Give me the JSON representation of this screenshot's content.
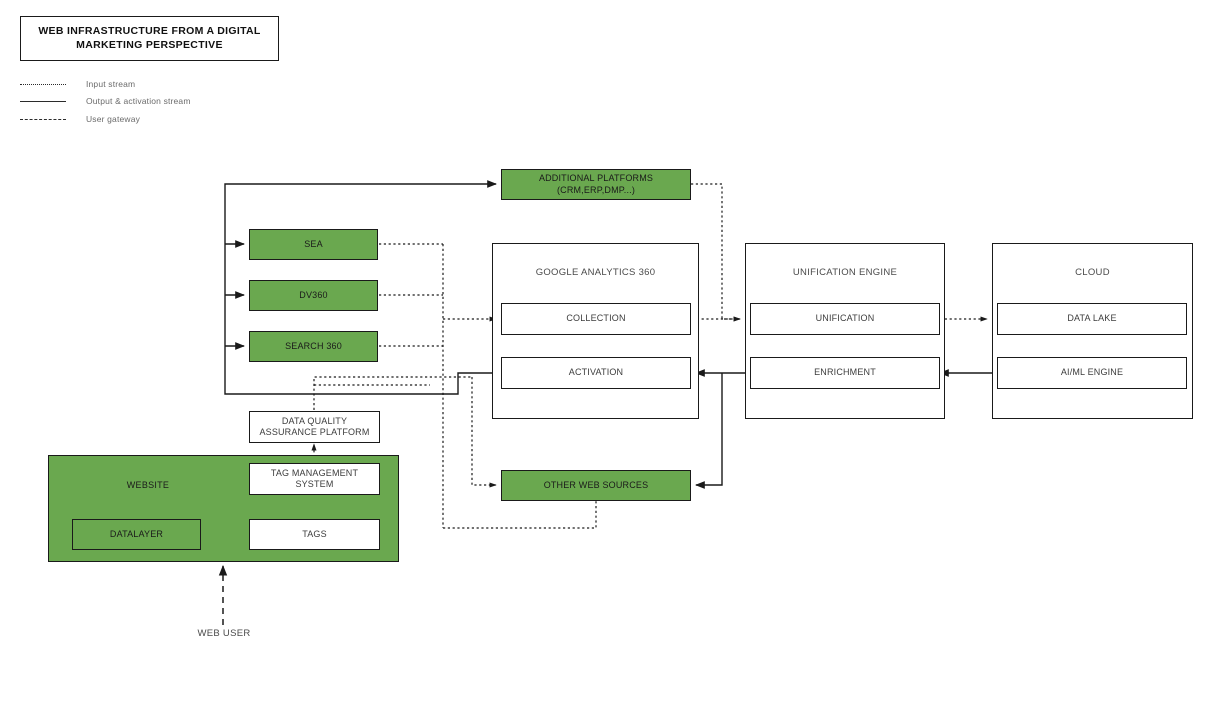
{
  "title": {
    "line1": "WEB INFRASTRUCTURE FROM A DIGITAL",
    "line2": "MARKETING PERSPECTIVE",
    "text": "WEB INFRASTRUCTURE FROM A DIGITAL MARKETING PERSPECTIVE"
  },
  "legend": {
    "items": [
      {
        "style": "dotted",
        "label": "Input stream"
      },
      {
        "style": "solid",
        "label": "Output & activation stream"
      },
      {
        "style": "dashed",
        "label": "User gateway"
      }
    ]
  },
  "colors": {
    "green": "#6aa84f",
    "stroke": "#1a1a1a",
    "text": "#3c3c3c",
    "muted": "#6b6b6b",
    "background": "#ffffff"
  },
  "nodes": {
    "additional_platforms": {
      "line1": "ADDITIONAL PLATFORMS",
      "line2": "(CRM,ERP,DMP...)",
      "fill": "green"
    },
    "sea": {
      "label": "SEA",
      "fill": "green"
    },
    "dv360": {
      "label": "DV360",
      "fill": "green"
    },
    "search360": {
      "label": "SEARCH 360",
      "fill": "green"
    },
    "data_quality": {
      "line1": "DATA QUALITY",
      "line2": "ASSURANCE PLATFORM",
      "fill": "white"
    },
    "tag_management": {
      "line1": "TAG MANAGEMENT",
      "line2": "SYSTEM",
      "fill": "white"
    },
    "tags": {
      "label": "TAGS",
      "fill": "white"
    },
    "datalayer": {
      "label": "DATALAYER",
      "fill": "green"
    },
    "website": {
      "label": "WEBSITE",
      "fill": "green"
    },
    "other_web_sources": {
      "label": "OTHER WEB SOURCES",
      "fill": "green"
    },
    "web_user": {
      "label": "WEB USER"
    }
  },
  "groups": {
    "google_analytics": {
      "title": "GOOGLE ANALYTICS 360",
      "children": [
        {
          "key": "collection",
          "label": "COLLECTION"
        },
        {
          "key": "activation",
          "label": "ACTIVATION"
        }
      ]
    },
    "unification_engine": {
      "title": "UNIFICATION ENGINE",
      "children": [
        {
          "key": "unification",
          "label": "UNIFICATION"
        },
        {
          "key": "enrichment",
          "label": "ENRICHMENT"
        }
      ]
    },
    "cloud": {
      "title": "CLOUD",
      "children": [
        {
          "key": "data_lake",
          "label": "DATA LAKE"
        },
        {
          "key": "aiml_engine",
          "label": "AI/ML ENGINE"
        }
      ]
    }
  }
}
